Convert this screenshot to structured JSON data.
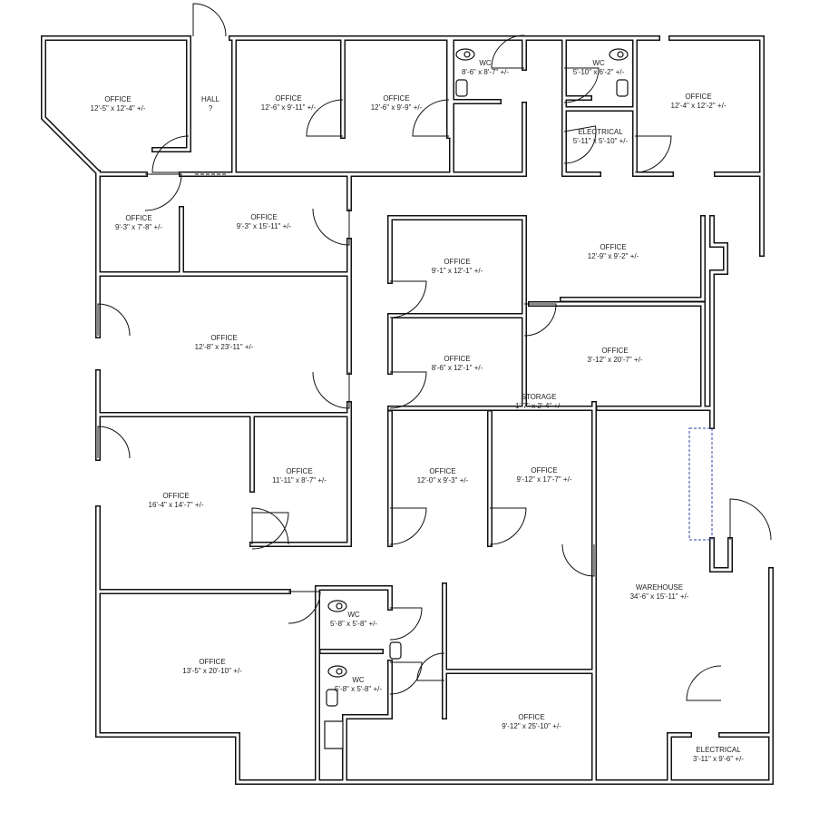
{
  "plan": {
    "rooms": [
      {
        "name": "OFFICE",
        "size": "12'-5\" x 12'-4\" +/-"
      },
      {
        "name": "HALL",
        "size": "?"
      },
      {
        "name": "OFFICE",
        "size": "12'-6\" x 9'-11\" +/-"
      },
      {
        "name": "OFFICE",
        "size": "12'-6\" x 9'-9\" +/-"
      },
      {
        "name": "WC",
        "size": "8'-6\" x 8'-7\" +/-"
      },
      {
        "name": "WC",
        "size": "5'-10\" x 6'-2\" +/-"
      },
      {
        "name": "ELECTRICAL",
        "size": "5'-11\" x 5'-10\" +/-"
      },
      {
        "name": "OFFICE",
        "size": "12'-4\" x 12'-2\" +/-"
      },
      {
        "name": "OFFICE",
        "size": "9'-3\" x 7'-8\" +/-"
      },
      {
        "name": "OFFICE",
        "size": "9'-3\" x 15'-11\" +/-"
      },
      {
        "name": "OFFICE",
        "size": "9'-1\" x 12'-1\" +/-"
      },
      {
        "name": "OFFICE",
        "size": "12'-9\" x 9'-2\" +/-"
      },
      {
        "name": "OFFICE",
        "size": "12'-8\" x 23'-11\" +/-"
      },
      {
        "name": "OFFICE",
        "size": "8'-6\" x 12'-1\" +/-"
      },
      {
        "name": "OFFICE",
        "size": "3'-12\" x 20'-7\" +/-"
      },
      {
        "name": "STORAGE",
        "size": "1'-7\" x 2'-4\" +/-"
      },
      {
        "name": "OFFICE",
        "size": "11'-11\" x 8'-7\" +/-"
      },
      {
        "name": "OFFICE",
        "size": "16'-4\" x 14'-7\" +/-"
      },
      {
        "name": "OFFICE",
        "size": "12'-0\" x 9'-3\" +/-"
      },
      {
        "name": "OFFICE",
        "size": "9'-12\" x 17'-7\" +/-"
      },
      {
        "name": "WAREHOUSE",
        "size": "34'-6\" x 15'-11\" +/-"
      },
      {
        "name": "WC",
        "size": "5'-8\" x 5'-8\" +/-"
      },
      {
        "name": "OFFICE",
        "size": "13'-5\" x 20'-10\" +/-"
      },
      {
        "name": "WC",
        "size": "5'-8\" x 5'-8\" +/-"
      },
      {
        "name": "OFFICE",
        "size": "9'-12\" x 25'-10\" +/-"
      },
      {
        "name": "ELECTRICAL",
        "size": "3'-11\" x 9'-6\" +/-"
      }
    ],
    "colors": {
      "wall": "#111111",
      "background": "#ffffff",
      "window_dash": "#3344aa"
    }
  }
}
